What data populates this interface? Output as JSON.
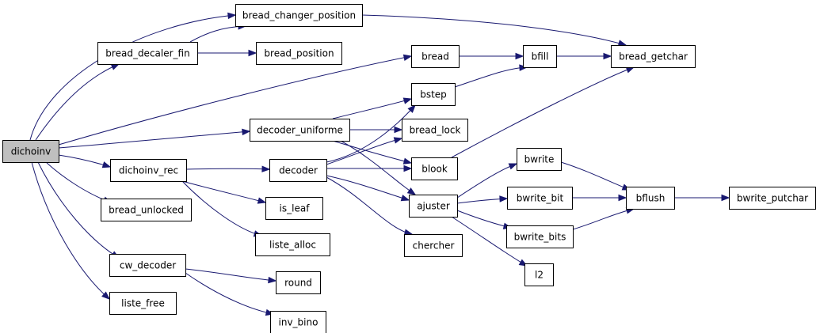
{
  "diagram": {
    "nodes": [
      {
        "id": "dichoinv",
        "label": "dichoinv",
        "root": true
      },
      {
        "id": "bread_changer_position",
        "label": "bread_changer_position"
      },
      {
        "id": "bread_decaler_fin",
        "label": "bread_decaler_fin"
      },
      {
        "id": "bread_position",
        "label": "bread_position"
      },
      {
        "id": "bread",
        "label": "bread"
      },
      {
        "id": "bfill",
        "label": "bfill"
      },
      {
        "id": "bread_getchar",
        "label": "bread_getchar"
      },
      {
        "id": "bstep",
        "label": "bstep"
      },
      {
        "id": "decoder_uniforme",
        "label": "decoder_uniforme"
      },
      {
        "id": "bread_lock",
        "label": "bread_lock"
      },
      {
        "id": "dichoinv_rec",
        "label": "dichoinv_rec"
      },
      {
        "id": "decoder",
        "label": "decoder"
      },
      {
        "id": "blook",
        "label": "blook"
      },
      {
        "id": "bwrite",
        "label": "bwrite"
      },
      {
        "id": "bwrite_bit",
        "label": "bwrite_bit"
      },
      {
        "id": "bflush",
        "label": "bflush"
      },
      {
        "id": "bwrite_putchar",
        "label": "bwrite_putchar"
      },
      {
        "id": "ajuster",
        "label": "ajuster"
      },
      {
        "id": "bread_unlocked",
        "label": "bread_unlocked"
      },
      {
        "id": "is_leaf",
        "label": "is_leaf"
      },
      {
        "id": "bwrite_bits",
        "label": "bwrite_bits"
      },
      {
        "id": "liste_alloc",
        "label": "liste_alloc"
      },
      {
        "id": "chercher",
        "label": "chercher"
      },
      {
        "id": "l2",
        "label": "l2"
      },
      {
        "id": "cw_decoder",
        "label": "cw_decoder"
      },
      {
        "id": "round",
        "label": "round"
      },
      {
        "id": "liste_free",
        "label": "liste_free"
      },
      {
        "id": "inv_bino",
        "label": "inv_bino"
      }
    ],
    "edges": [
      {
        "from": "dichoinv",
        "to": "bread_changer_position"
      },
      {
        "from": "dichoinv",
        "to": "bread_decaler_fin"
      },
      {
        "from": "dichoinv",
        "to": "bread"
      },
      {
        "from": "dichoinv",
        "to": "decoder_uniforme"
      },
      {
        "from": "dichoinv",
        "to": "dichoinv_rec"
      },
      {
        "from": "dichoinv",
        "to": "bread_unlocked"
      },
      {
        "from": "dichoinv",
        "to": "cw_decoder"
      },
      {
        "from": "dichoinv",
        "to": "liste_free"
      },
      {
        "from": "bread_decaler_fin",
        "to": "bread_changer_position"
      },
      {
        "from": "bread_decaler_fin",
        "to": "bread_position"
      },
      {
        "from": "bread_changer_position",
        "to": "bread_getchar"
      },
      {
        "from": "bread",
        "to": "bfill"
      },
      {
        "from": "bfill",
        "to": "bread_getchar"
      },
      {
        "from": "bstep",
        "to": "bfill"
      },
      {
        "from": "decoder_uniforme",
        "to": "bstep"
      },
      {
        "from": "decoder_uniforme",
        "to": "bread_lock"
      },
      {
        "from": "decoder_uniforme",
        "to": "blook"
      },
      {
        "from": "decoder_uniforme",
        "to": "ajuster"
      },
      {
        "from": "dichoinv_rec",
        "to": "decoder"
      },
      {
        "from": "dichoinv_rec",
        "to": "is_leaf"
      },
      {
        "from": "dichoinv_rec",
        "to": "liste_alloc"
      },
      {
        "from": "decoder",
        "to": "bstep"
      },
      {
        "from": "decoder",
        "to": "bread_lock"
      },
      {
        "from": "decoder",
        "to": "blook"
      },
      {
        "from": "decoder",
        "to": "ajuster"
      },
      {
        "from": "decoder",
        "to": "chercher"
      },
      {
        "from": "blook",
        "to": "bread_getchar"
      },
      {
        "from": "ajuster",
        "to": "bwrite"
      },
      {
        "from": "ajuster",
        "to": "bwrite_bit"
      },
      {
        "from": "ajuster",
        "to": "bwrite_bits"
      },
      {
        "from": "ajuster",
        "to": "l2"
      },
      {
        "from": "bwrite",
        "to": "bflush"
      },
      {
        "from": "bwrite_bit",
        "to": "bflush"
      },
      {
        "from": "bwrite_bits",
        "to": "bflush"
      },
      {
        "from": "bflush",
        "to": "bwrite_putchar"
      },
      {
        "from": "cw_decoder",
        "to": "round"
      },
      {
        "from": "cw_decoder",
        "to": "inv_bino"
      }
    ],
    "colors": {
      "edge": "#191970",
      "node_border": "#000000",
      "node_fill": "#ffffff",
      "root_fill": "#bfbfbf"
    }
  }
}
